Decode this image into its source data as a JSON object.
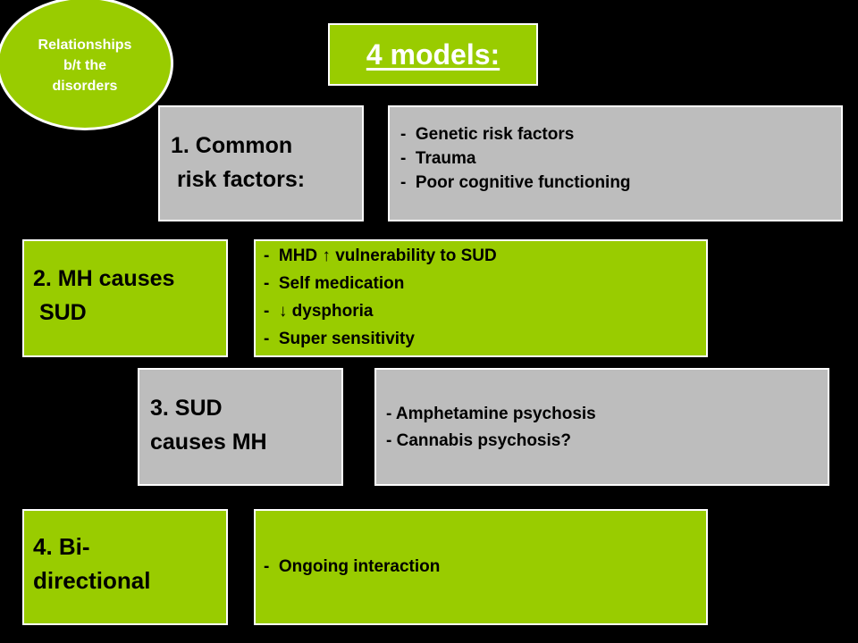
{
  "oval": {
    "lines": [
      "Relationships",
      "b/t the",
      "disorders"
    ]
  },
  "title": "4 models:",
  "models": [
    {
      "label_lines": [
        "1. Common",
        " risk factors:"
      ],
      "details": [
        "-  Genetic risk factors",
        "-  Trauma",
        "-  Poor cognitive functioning"
      ]
    },
    {
      "label_lines": [
        "2. MH causes",
        " SUD"
      ],
      "details": [
        "-  MHD ↑ vulnerability to SUD",
        "-  Self medication",
        "-  ↓ dysphoria",
        "-  Super sensitivity"
      ]
    },
    {
      "label_lines": [
        "3. SUD",
        "causes MH"
      ],
      "details": [
        "- Amphetamine psychosis",
        "- Cannabis psychosis?"
      ]
    },
    {
      "label_lines": [
        "4. Bi-",
        "directional"
      ],
      "details": [
        "-  Ongoing interaction"
      ]
    }
  ],
  "colors": {
    "green": "#99cc00",
    "grey": "#bdbdbd",
    "background": "#000000"
  }
}
